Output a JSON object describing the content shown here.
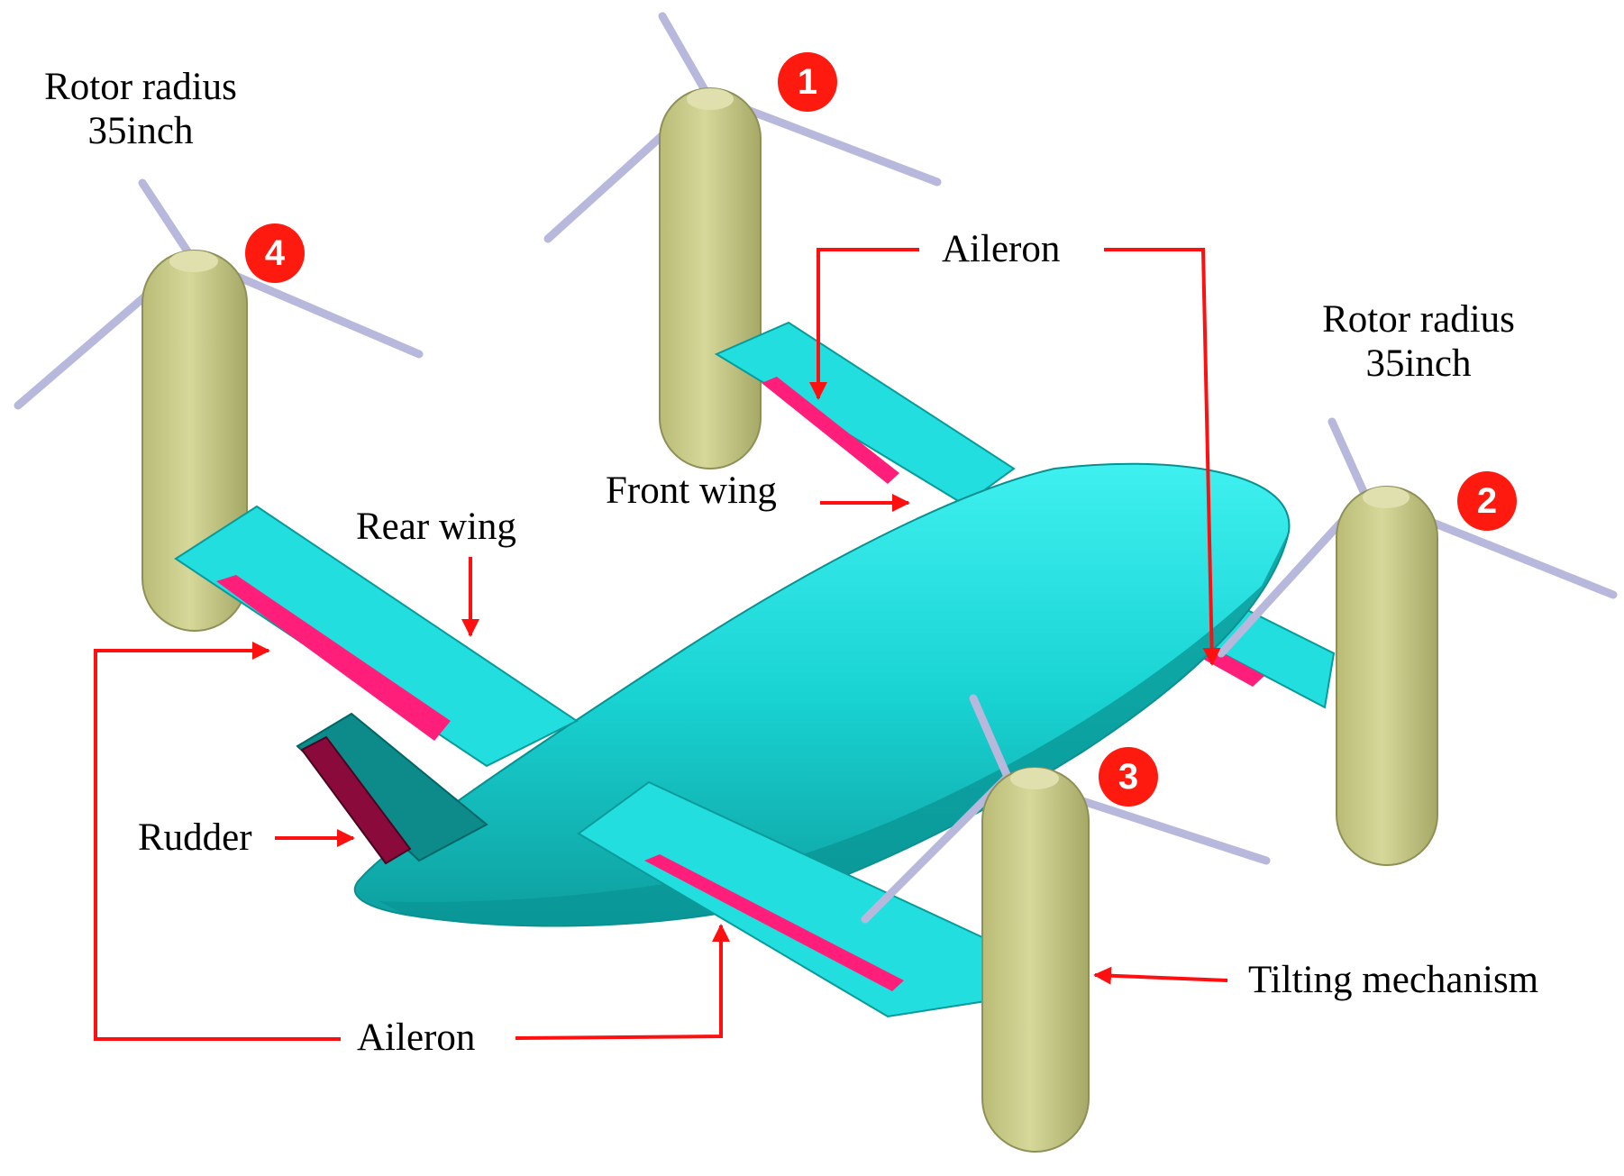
{
  "colors": {
    "body": "#18d6d6",
    "body_shade": "#0a8f8f",
    "aileron": "#ff1f7a",
    "rudder": "#8b0a3c",
    "nacelle": "#c7c985",
    "blade": "#bcbde0",
    "arrow": "#ff1010",
    "badge": "#ff1a0f"
  },
  "labels": {
    "rotor_radius_left_line1": "Rotor radius",
    "rotor_radius_left_line2": "35inch",
    "rotor_radius_right_line1": "Rotor radius",
    "rotor_radius_right_line2": "35inch",
    "aileron_top": "Aileron",
    "front_wing": "Front  wing",
    "rear_wing": "Rear wing",
    "rudder": "Rudder",
    "aileron_bottom": "Aileron",
    "tilting_mechanism": "Tilting mechanism"
  },
  "rotors": [
    {
      "number": "1"
    },
    {
      "number": "2"
    },
    {
      "number": "3"
    },
    {
      "number": "4"
    }
  ]
}
